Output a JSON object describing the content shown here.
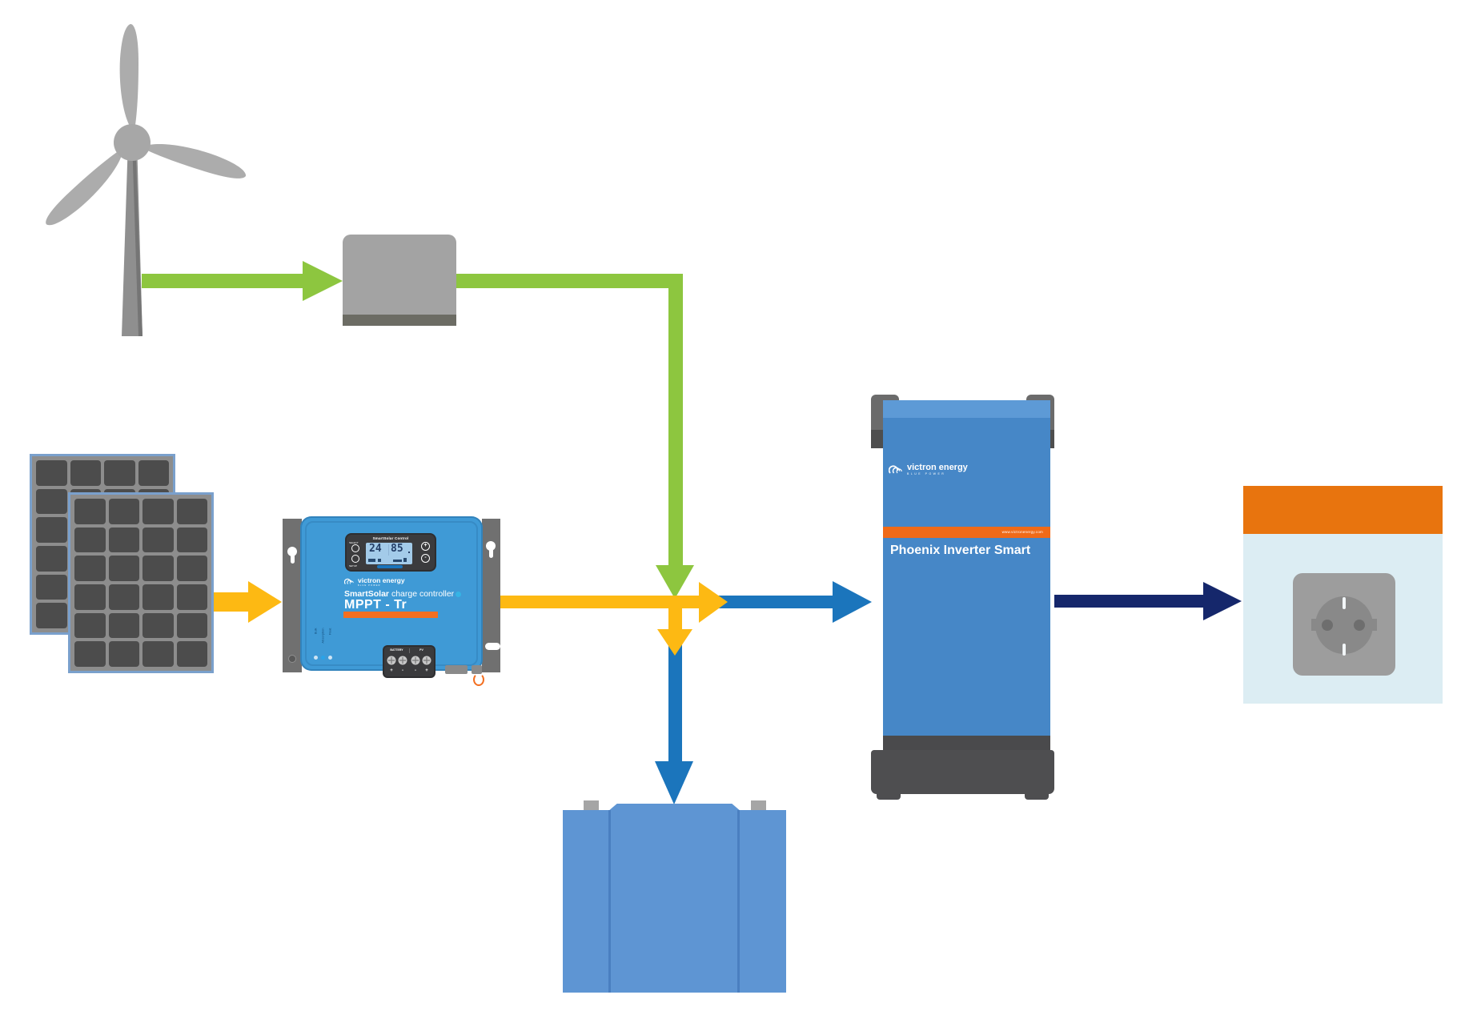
{
  "diagram_type": "victron-energy-system-diagram",
  "colors": {
    "wind_flow_green": "#8dc63f",
    "solar_flow_yellow": "#fdb913",
    "dc_flow_blue": "#1b75bc",
    "ac_flow_navy": "#15276b",
    "victron_blue": "#4687c7",
    "victron_orange": "#f36f21"
  },
  "flows": [
    {
      "name": "wind-turbine-to-wind-controller",
      "color": "#8dc63f"
    },
    {
      "name": "wind-controller-to-dc-junction",
      "color": "#8dc63f"
    },
    {
      "name": "solar-panels-to-mppt",
      "color": "#fdb913"
    },
    {
      "name": "mppt-to-dc-junction",
      "color": "#fdb913"
    },
    {
      "name": "dc-junction-to-inverter",
      "color": "#1b75bc"
    },
    {
      "name": "dc-junction-to-battery",
      "color": "#1b75bc"
    },
    {
      "name": "inverter-to-ac-outlet",
      "color": "#15276b"
    }
  ],
  "mppt": {
    "remote_display": {
      "title": "SmartSolar Control",
      "value_left": "24",
      "value_right": "85",
      "button_select": "SELECT",
      "button_setup": "SETUP",
      "button_plus": "+",
      "button_minus": "-"
    },
    "brand": "victron energy",
    "brand_tagline": "BLUE POWER",
    "product_bold": "SmartSolar",
    "product_rest": " charge controller",
    "model": "MPPT - Tr",
    "leds": [
      "Bulk",
      "Absorption",
      "Float"
    ],
    "terminal_groups": [
      "BATTERY",
      "PV"
    ],
    "terminal_polarity": [
      "+",
      "-",
      "-",
      "+"
    ]
  },
  "inverter": {
    "brand": "victron energy",
    "brand_tagline": "BLUE POWER",
    "website": "www.victronenergy.com",
    "product": "Phoenix Inverter Smart"
  }
}
